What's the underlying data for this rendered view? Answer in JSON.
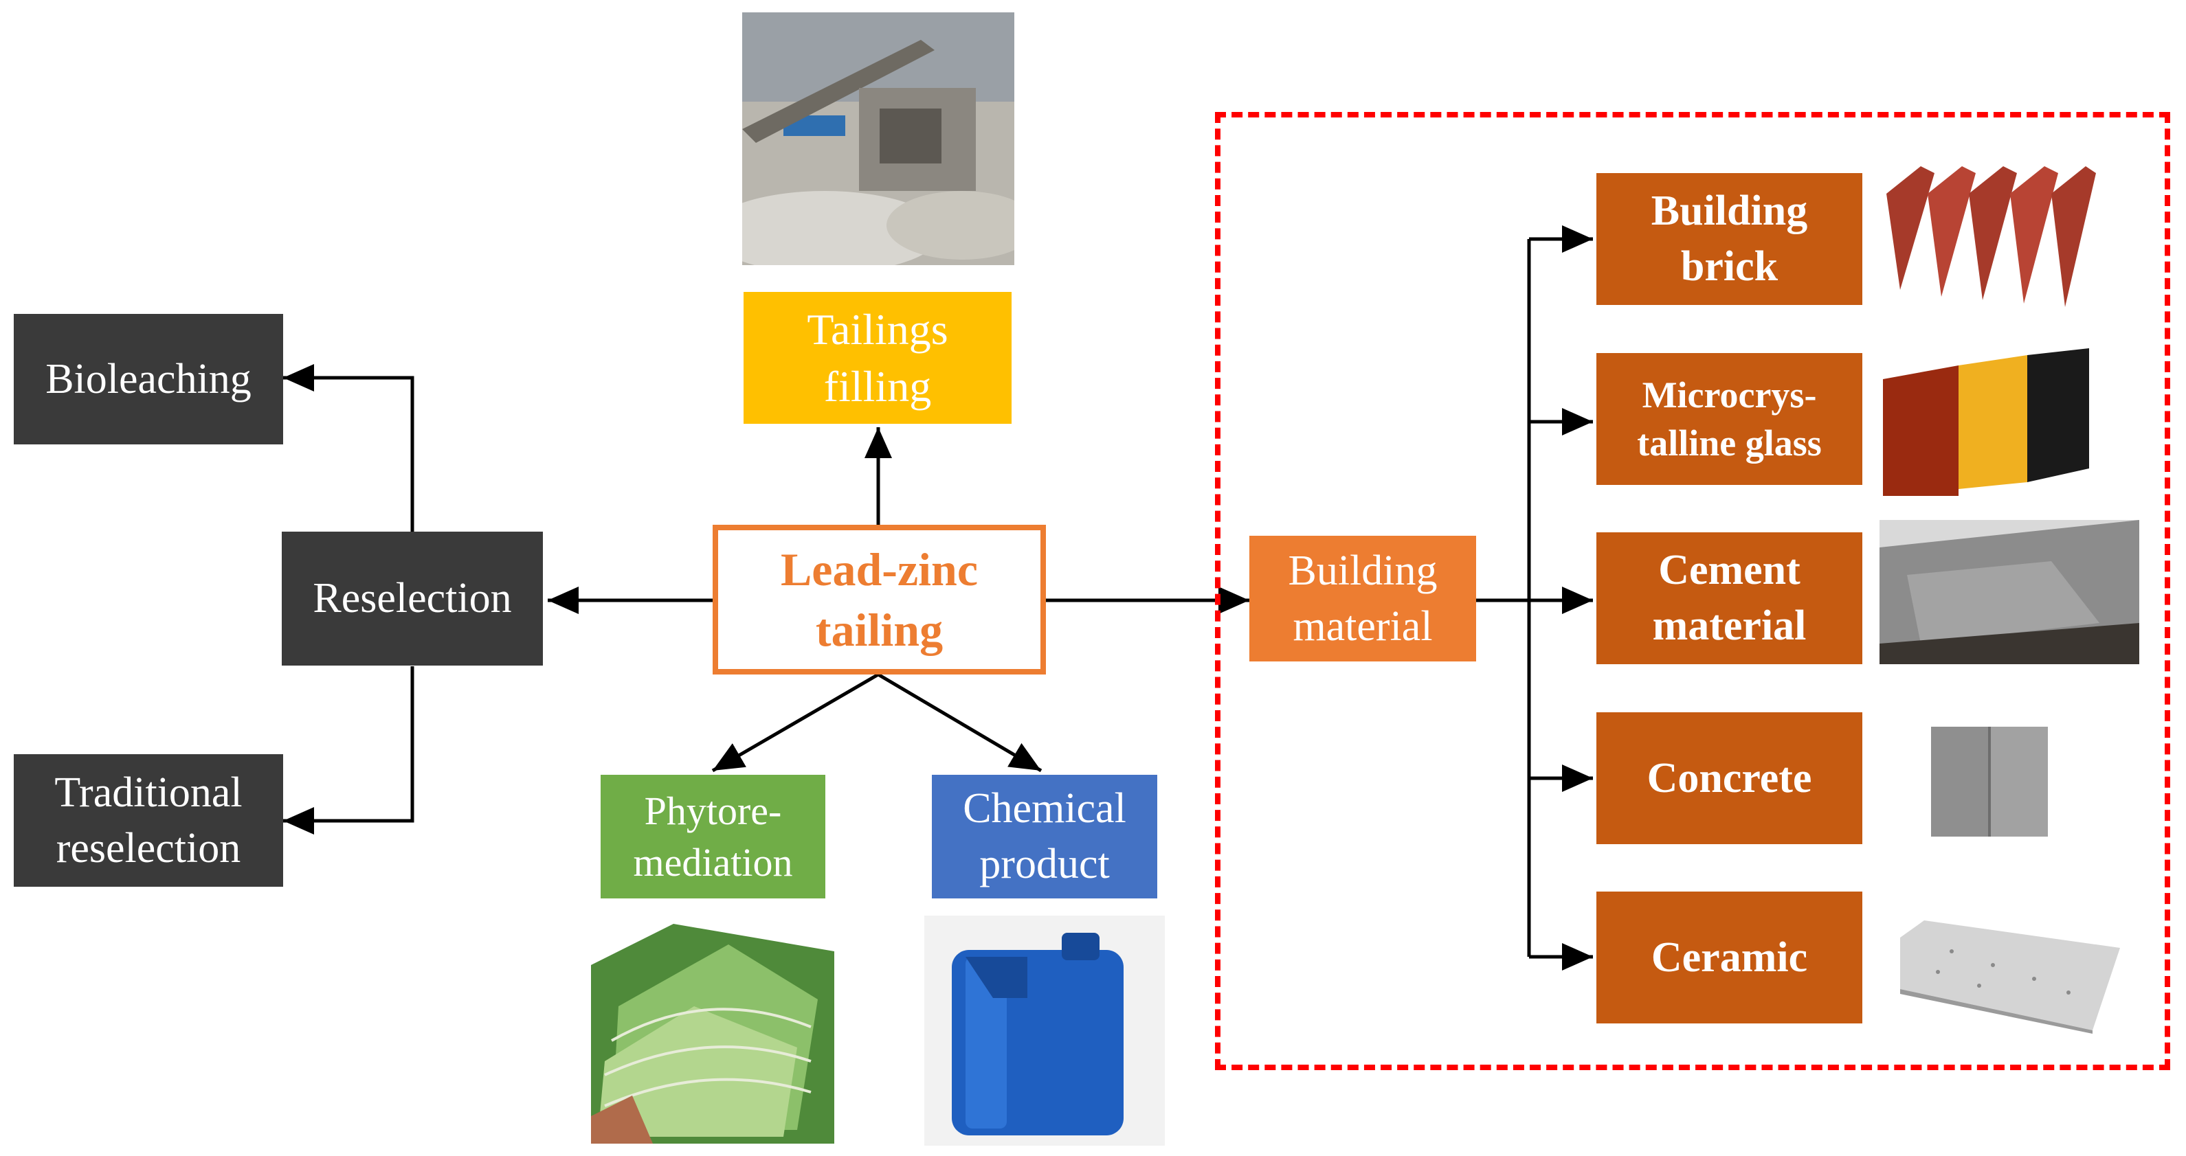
{
  "center": {
    "label": "Lead-zinc\ntailing"
  },
  "top": {
    "label": "Tailings\nfilling"
  },
  "left": {
    "reselection": "Reselection",
    "bioleaching": "Bioleaching",
    "traditional": "Traditional\nreselection"
  },
  "bottom": {
    "phyto": "Phytore-\nmediation",
    "chemical": "Chemical\nproduct"
  },
  "right": {
    "building_material": "Building\nmaterial",
    "items": [
      {
        "label": "Building\nbrick"
      },
      {
        "label": "Microcrys-\ntalline glass"
      },
      {
        "label": "Cement\nmaterial"
      },
      {
        "label": "Concrete"
      },
      {
        "label": "Ceramic"
      }
    ]
  },
  "colors": {
    "dark_box": "#3a3a3a",
    "yellow_box": "#ffc000",
    "orange_accent": "#ed7d31",
    "green_box": "#70ad47",
    "blue_box": "#4472c4",
    "rust_box": "#c55a11",
    "dashed_border": "#ff0000"
  }
}
